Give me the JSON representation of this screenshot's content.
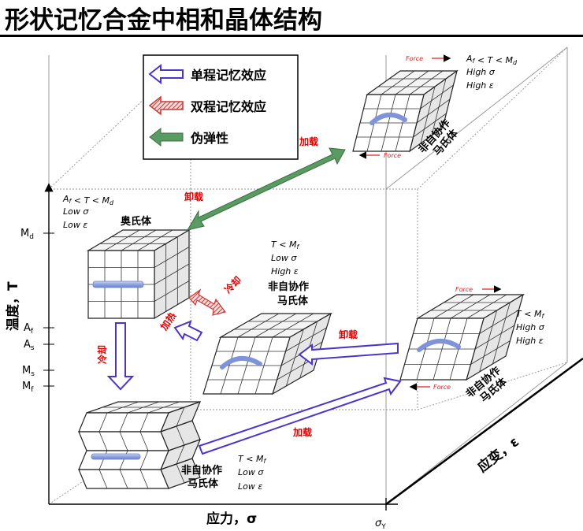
{
  "title": "形状记忆合金中相和晶体结构",
  "legend": {
    "one_way": "单程记忆效应",
    "two_way": "双程记忆效应",
    "pseudo": "伪弹性"
  },
  "axes": {
    "y_label": "温度，T",
    "x_label": "应力，σ",
    "z_label": "应变，ε",
    "y_ticks": [
      "M_d",
      "A_f",
      "A_s",
      "M_s",
      "M_f"
    ],
    "x_tick": "σ_Y"
  },
  "phases": {
    "austenite": "奥氏体",
    "detwinned_top": "非自协作\n马氏体",
    "detwinned_mid": "非自协作\n马氏体",
    "detwinned_right": "非自协作\n马氏体",
    "twinned": "非自协作\n马氏体"
  },
  "conditions": {
    "austenite": [
      "A_f < T < M_d",
      "Low σ",
      "Low ε"
    ],
    "top": [
      "A_f < T < M_d",
      "High σ",
      "High ε"
    ],
    "mid": [
      "T < M_f",
      "Low σ",
      "High ε"
    ],
    "right": [
      "T < M_f",
      "High σ",
      "High ε"
    ],
    "bottom": [
      "T < M_f",
      "Low σ",
      "Low ε"
    ]
  },
  "actions": {
    "load_top": "加载",
    "unload_top": "卸载",
    "cool_right": "冷却",
    "heat": "加热",
    "cool_left": "冷却",
    "unload_mid": "卸载",
    "load_bottom": "加载"
  },
  "force_label": "Force",
  "colors": {
    "one_way": "#4a35c8",
    "two_way": "#c83a3a",
    "pseudo": "#5a9a63"
  }
}
